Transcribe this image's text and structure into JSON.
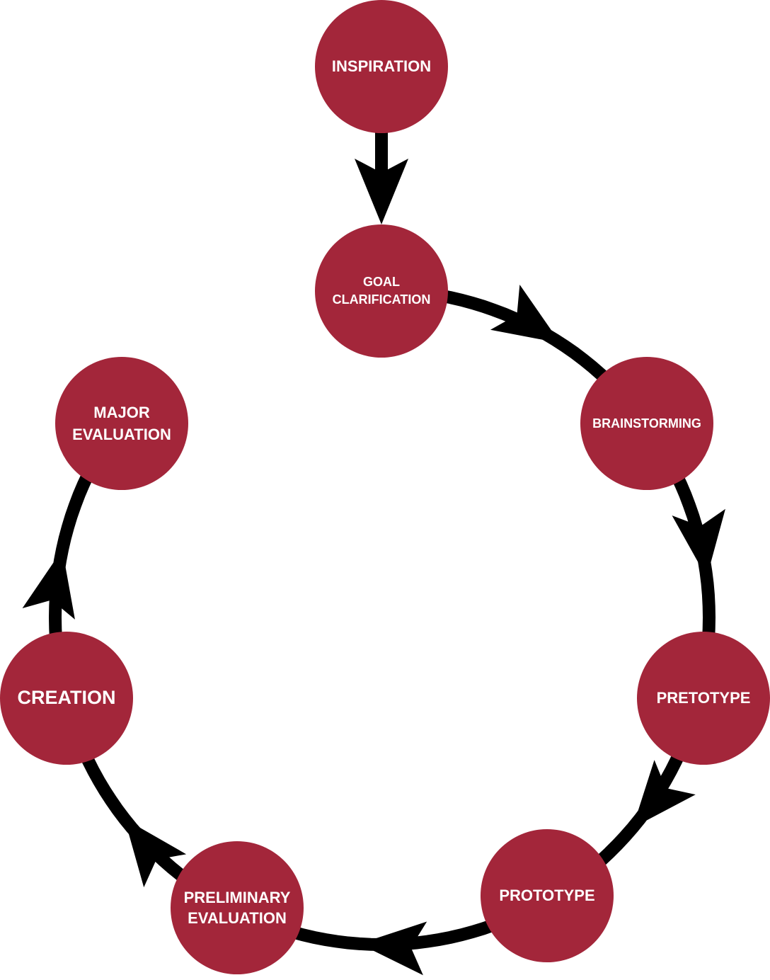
{
  "colors": {
    "node": "#A3263A",
    "arrow": "#000000",
    "text": "#ffffff"
  },
  "nodes": {
    "inspiration": {
      "lines": [
        "INSPIRATION"
      ]
    },
    "goal": {
      "lines": [
        "GOAL",
        "CLARIFICATION"
      ]
    },
    "brainstorming": {
      "lines": [
        "BRAINSTORMING"
      ]
    },
    "pretotype": {
      "lines": [
        "PRETOTYPE"
      ]
    },
    "prototype": {
      "lines": [
        "PROTOTYPE"
      ]
    },
    "preliminary": {
      "lines": [
        "PRELIMINARY",
        "EVALUATION"
      ]
    },
    "creation": {
      "lines": [
        "CREATION"
      ]
    },
    "major": {
      "lines": [
        "MAJOR",
        "EVALUATION"
      ]
    }
  },
  "flow": [
    "INSPIRATION → GOAL CLARIFICATION",
    "GOAL CLARIFICATION → BRAINSTORMING",
    "BRAINSTORMING → PRETOTYPE",
    "PRETOTYPE → PROTOTYPE",
    "PROTOTYPE → PRELIMINARY EVALUATION",
    "PRELIMINARY EVALUATION → CREATION",
    "CREATION → MAJOR EVALUATION"
  ]
}
